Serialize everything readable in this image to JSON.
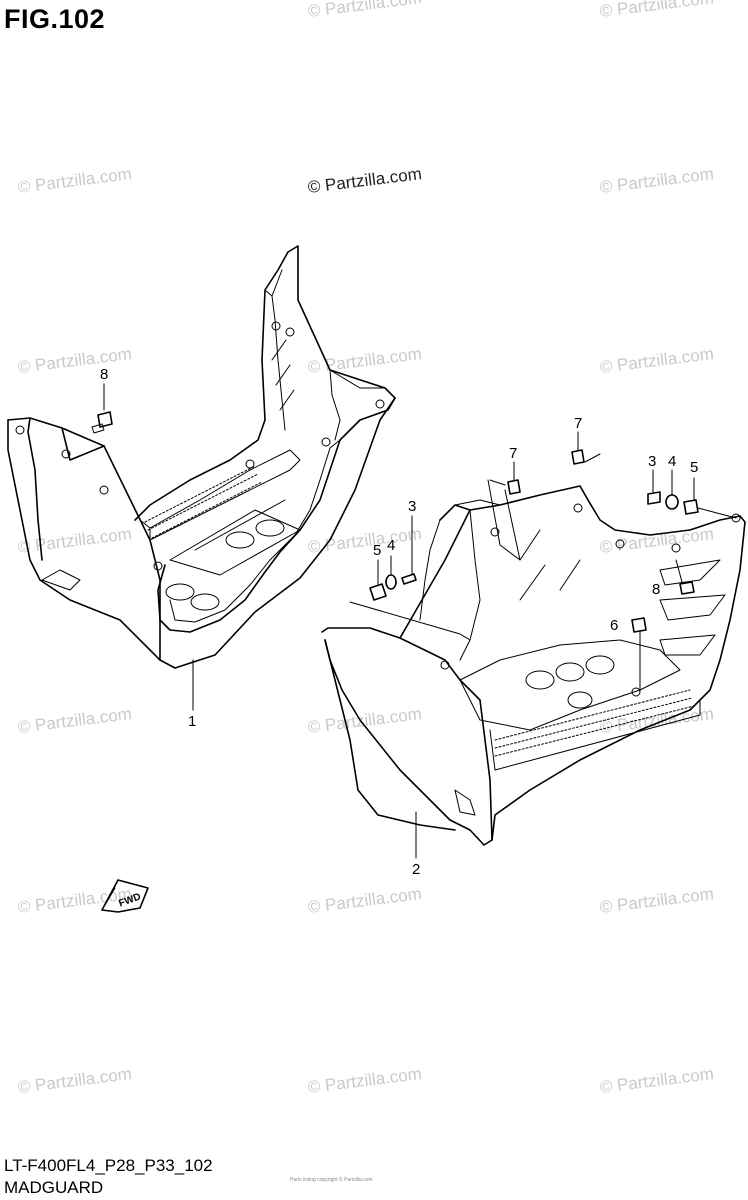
{
  "figure": {
    "title": "FIG.102",
    "code": "LT-F400FL4_P28_P33_102",
    "name": "MADGUARD",
    "footer_small": "Parts listing copyright © Partzilla.com"
  },
  "watermark_text": "© Partzilla.com",
  "callouts": {
    "c1": "1",
    "c2": "2",
    "c3a": "3",
    "c4a": "4",
    "c5a": "5",
    "c3b": "3",
    "c4b": "4",
    "c5b": "5",
    "c6": "6",
    "c7a": "7",
    "c7b": "7",
    "c8a": "8",
    "c8b": "8"
  },
  "direction_arrow_label": "FWD",
  "colors": {
    "line": "#000000",
    "watermark": "#c9c9c9",
    "background": "#ffffff"
  }
}
